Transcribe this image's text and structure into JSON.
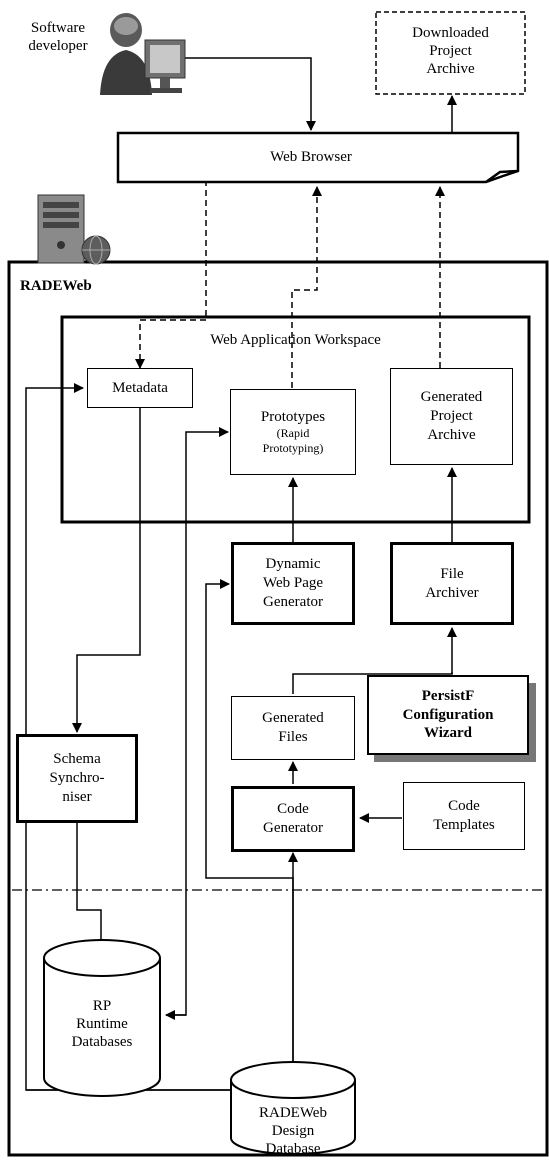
{
  "actors": {
    "developer": "Software\ndeveloper"
  },
  "downloaded_archive": "Downloaded\nProject\nArchive",
  "web_browser": "Web Browser",
  "system_name": "RADEWeb",
  "workspace": {
    "title": "Web Application Workspace",
    "metadata": "Metadata",
    "prototypes": "Prototypes",
    "prototypes_sub": "(Rapid\nPrototyping)",
    "generated_archive": "Generated\nProject\nArchive"
  },
  "components": {
    "dynamic_generator": "Dynamic\nWeb Page\nGenerator",
    "file_archiver": "File\nArchiver",
    "generated_files": "Generated\nFiles",
    "persistf_wizard": "PersistF\nConfiguration\nWizard",
    "schema_sync": "Schema\nSynchro-\nniser",
    "code_generator": "Code\nGenerator",
    "code_templates": "Code\nTemplates"
  },
  "databases": {
    "runtime": "RP\nRuntime\nDatabases",
    "design": "RADEWeb\nDesign\nDatabase"
  },
  "icons": [
    "developer-icon",
    "server-icon"
  ]
}
